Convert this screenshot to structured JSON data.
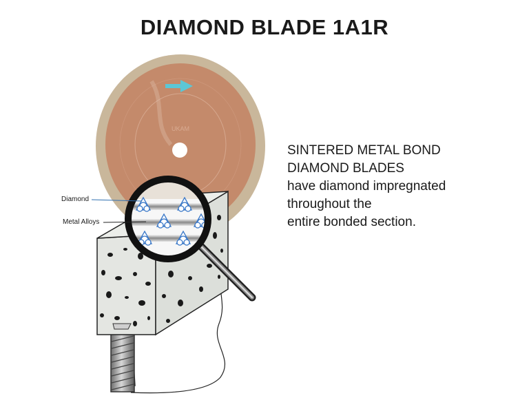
{
  "title": "DIAMOND BLADE 1A1R",
  "description": {
    "lines": [
      "SINTERED METAL BOND",
      "DIAMOND BLADES",
      "have diamond impregnated",
      "throughout the",
      "entire bonded section."
    ]
  },
  "callouts": {
    "diamond": "Diamond",
    "metal_alloys": "Metal Alloys"
  },
  "blade": {
    "brand_text": "UKAM",
    "colors": {
      "rim": "#c9b79b",
      "core": "#c48a6b",
      "arrow": "#5bc7d6"
    }
  },
  "segment": {
    "colors": {
      "fill": "#e4e6e2",
      "speckle": "#1a1a1a"
    }
  }
}
